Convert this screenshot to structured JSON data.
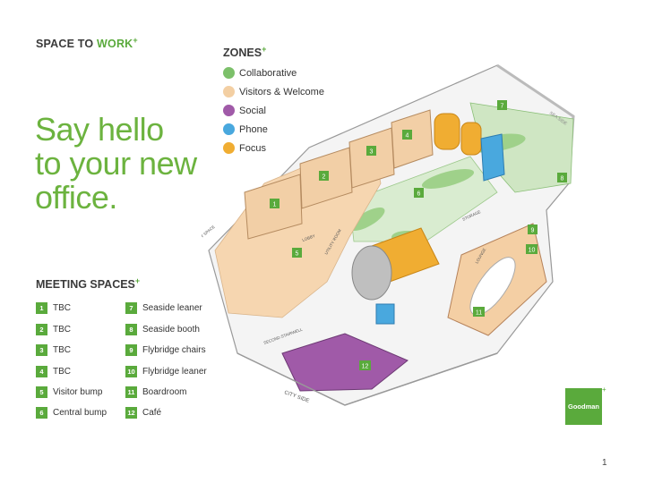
{
  "brand": {
    "prefix": "SPACE TO ",
    "accent": "WORK",
    "plus": "+"
  },
  "headline": [
    "Say hello",
    "to your new",
    "office."
  ],
  "zones": {
    "title": "ZONES",
    "items": [
      {
        "label": "Collaborative",
        "color": "#7cc06a"
      },
      {
        "label": "Visitors & Welcome",
        "color": "#f3cfa3"
      },
      {
        "label": "Social",
        "color": "#a05aa8"
      },
      {
        "label": "Phone",
        "color": "#49a8de"
      },
      {
        "label": "Focus",
        "color": "#f0ad32"
      }
    ]
  },
  "meeting_spaces": {
    "title": "MEETING SPACES",
    "left": [
      {
        "num": "1",
        "label": "TBC"
      },
      {
        "num": "2",
        "label": "TBC"
      },
      {
        "num": "3",
        "label": "TBC"
      },
      {
        "num": "4",
        "label": "TBC"
      },
      {
        "num": "5",
        "label": "Visitor bump"
      },
      {
        "num": "6",
        "label": "Central bump"
      }
    ],
    "right": [
      {
        "num": "7",
        "label": "Seaside leaner"
      },
      {
        "num": "8",
        "label": "Seaside booth"
      },
      {
        "num": "9",
        "label": "Flybridge chairs"
      },
      {
        "num": "10",
        "label": "Flybridge leaner"
      },
      {
        "num": "11",
        "label": "Boardroom"
      },
      {
        "num": "12",
        "label": "Café"
      }
    ]
  },
  "plan_labels": {
    "sea_side": "SEA SIDE",
    "city_side": "CITY SIDE",
    "lobby": "LOBBY",
    "storage": "STORAGE",
    "utility_room": "UTILITY ROOM",
    "utility_space": "UTILITY SPACE",
    "second_stairwell": "SECOND STAIRWELL",
    "lounge": "LOUNGE"
  },
  "logo": {
    "text": "Goodman",
    "plus": "+"
  },
  "page_number": "1",
  "colors": {
    "brand_green": "#5aaa3c",
    "headline_green": "#6cb33f"
  }
}
